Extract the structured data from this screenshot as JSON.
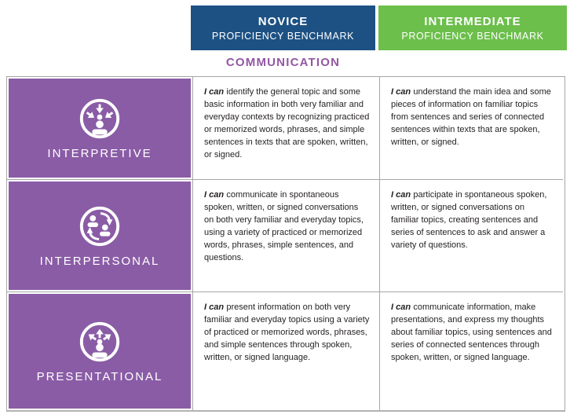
{
  "header": {
    "columns": [
      {
        "level": "NOVICE",
        "subtitle": "PROFICIENCY BENCHMARK",
        "color": "#1d5183"
      },
      {
        "level": "INTERMEDIATE",
        "subtitle": "PROFICIENCY BENCHMARK",
        "color": "#6cbf4b"
      }
    ],
    "section_label": "COMMUNICATION",
    "section_color": "#9456a5"
  },
  "colors": {
    "mode_purple": "#8a5ca6",
    "grid_line": "#a6a6a6",
    "body_text": "#231f20"
  },
  "rows": [
    {
      "mode": "INTERPRETIVE",
      "icon": "interpretive-icon",
      "novice": {
        "lead": "I can",
        "text": "identify the general topic and some basic information in both very familiar and everyday contexts by recognizing practiced or memorized words, phrases, and simple sentences in texts that are spoken, written, or signed."
      },
      "intermediate": {
        "lead": "I can",
        "text": "understand the main idea and some pieces of information on familiar topics from sentences and series of connected sentences within texts that are spoken, written, or signed."
      }
    },
    {
      "mode": "INTERPERSONAL",
      "icon": "interpersonal-icon",
      "novice": {
        "lead": "I can",
        "text": "communicate in spontaneous spoken, written, or signed conversations on both very familiar and everyday topics, using a variety of practiced or memorized words, phrases, simple sentences, and questions."
      },
      "intermediate": {
        "lead": "I can",
        "text": "participate in spontaneous spoken, written, or signed conversations on familiar topics, creating sentences and series of sentences to ask and answer a variety of questions."
      }
    },
    {
      "mode": "PRESENTATIONAL",
      "icon": "presentational-icon",
      "novice": {
        "lead": "I can",
        "text": "present information on both very familiar and everyday topics using a variety of practiced or memorized words, phrases, and simple sentences through spoken, written, or signed language."
      },
      "intermediate": {
        "lead": "I can",
        "text": "communicate information, make presentations, and express my thoughts about familiar topics, using sentences and series of connected sentences through spoken, written, or signed language."
      }
    }
  ]
}
